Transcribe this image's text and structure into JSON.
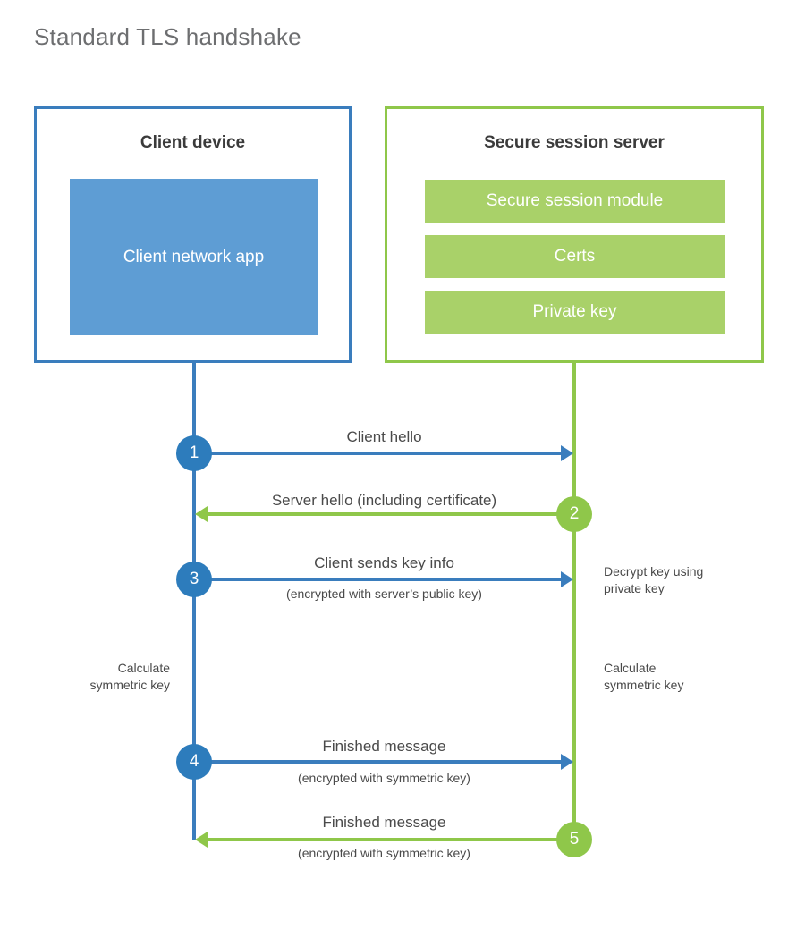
{
  "title": "Standard TLS handshake",
  "colors": {
    "client_accent": "#3a7dbd",
    "client_circle": "#2d7cbc",
    "client_app_fill": "#5e9dd4",
    "server_accent": "#8fc74a",
    "server_module_fill": "#a9d169",
    "title_text": "#6d6e70",
    "body_text": "#4a4a4a",
    "heading_text": "#3b3b3b",
    "background": "#ffffff"
  },
  "client": {
    "title": "Client device",
    "app_label": "Client network app"
  },
  "server": {
    "title": "Secure session server",
    "modules": [
      {
        "label": "Secure session module"
      },
      {
        "label": "Certs"
      },
      {
        "label": "Private key"
      }
    ]
  },
  "steps": [
    {
      "number": "1",
      "side": "client",
      "direction": "to-right",
      "label": "Client hello",
      "sublabel": ""
    },
    {
      "number": "2",
      "side": "server",
      "direction": "to-left",
      "label": "Server hello (including certificate)",
      "sublabel": ""
    },
    {
      "number": "3",
      "side": "client",
      "direction": "to-right",
      "label": "Client sends key info",
      "sublabel": "(encrypted with server’s public key)"
    },
    {
      "number": "4",
      "side": "client",
      "direction": "to-right",
      "label": "Finished message",
      "sublabel": "(encrypted with symmetric key)"
    },
    {
      "number": "5",
      "side": "server",
      "direction": "to-left",
      "label": "Finished message",
      "sublabel": "(encrypted with symmetric key)"
    }
  ],
  "notes": {
    "server_decrypt": "Decrypt key using\nprivate key",
    "client_calculate": "Calculate\nsymmetric key",
    "server_calculate": "Calculate\nsymmetric key"
  }
}
